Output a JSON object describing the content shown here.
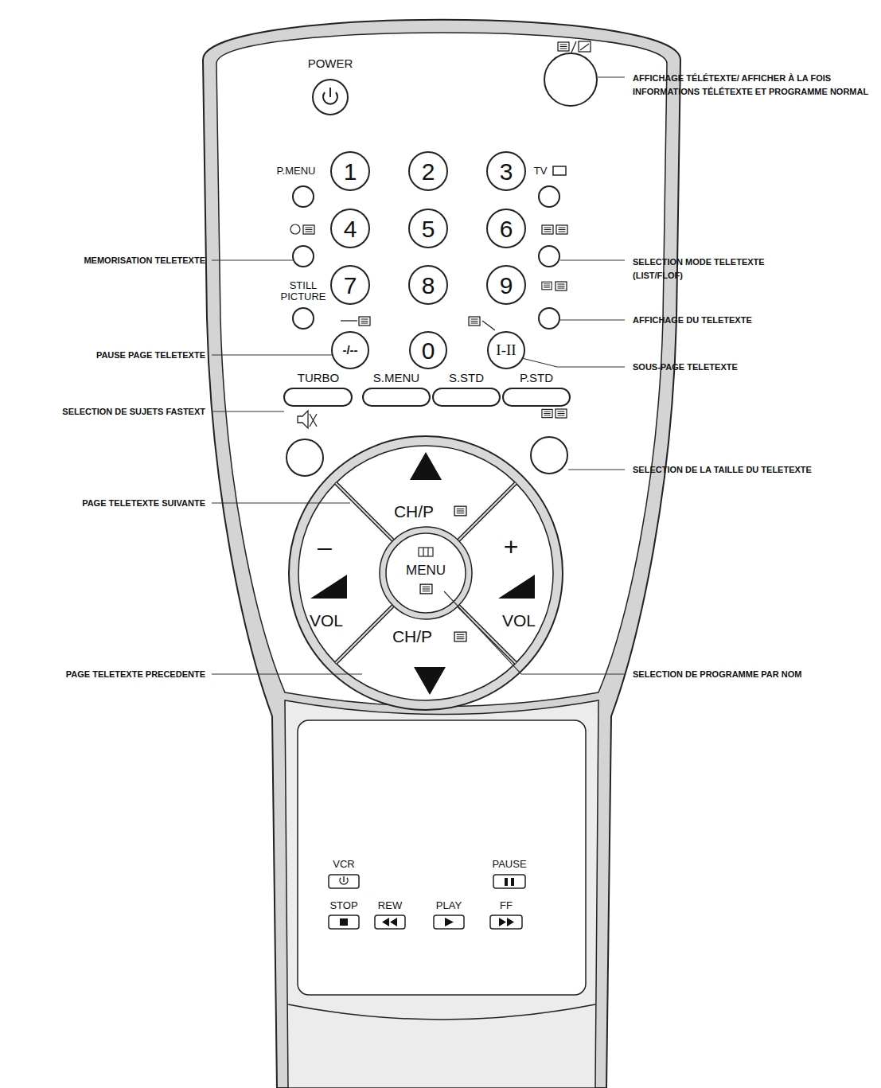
{
  "diagram": {
    "labels": [
      "POWER",
      "P.MENU",
      "1",
      "2",
      "3",
      "TV",
      "4",
      "5",
      "6",
      "STILL PICTURE",
      "7",
      "8",
      "9",
      "-/--",
      "0",
      "I-II",
      "TURBO",
      "S.MENU",
      "S.STD",
      "P.STD",
      "CH/P",
      "–",
      "+",
      "MENU",
      "VOL",
      "VOL",
      "CH/P",
      "VCR",
      "PAUSE",
      "STOP",
      "REW",
      "PLAY",
      "FF",
      "AFFICHAGE TÉLÉTEXTE/ AFFICHER À LA FOIS INFORMATIONS TÉLÉTEXTE ET PROGRAMME NORMAL",
      "MEMORISATION TELETEXTE",
      "SELECTION MODE TELETEXTE (LIST/FLOF)",
      "AFFICHAGE DU TELETEXTE",
      "PAUSE PAGE TELETEXTE",
      "SOUS-PAGE TELETEXTE",
      "SELECTION DE SUJETS FASTEXT",
      "SELECTION DE LA TAILLE DU TELETEXTE",
      "PAGE TELETEXTE SUIVANTE",
      "PAGE TELETEXTE PRECEDENTE",
      "SELECTION DE PROGRAMME PAR NOM"
    ]
  }
}
